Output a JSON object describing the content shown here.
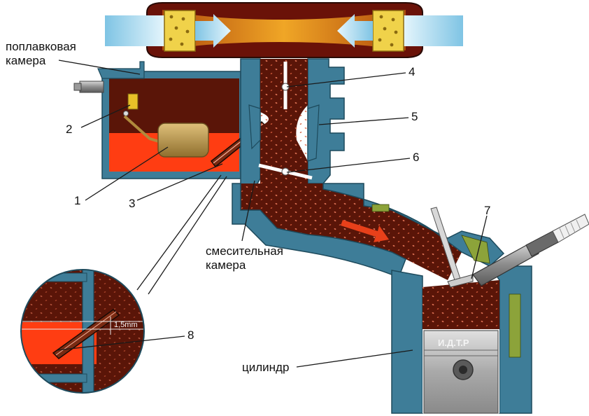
{
  "labels": {
    "float_chamber_line1": "поплавковая",
    "float_chamber_line2": "камера",
    "mixing_chamber_line1": "смесительная",
    "mixing_chamber_line2": "камера",
    "cylinder": "цилиндр",
    "piston_mark": "И.Д.Т.Р",
    "gap_dimension": "1,5mm"
  },
  "callouts": {
    "n1": "1",
    "n2": "2",
    "n3": "3",
    "n4": "4",
    "n5": "5",
    "n6": "6",
    "n7": "7",
    "n8": "8"
  },
  "colors": {
    "wall": "#3e7d98",
    "wall_outline": "#1d4a5c",
    "mixture": "#5a1508",
    "fuel": "#ff3d12",
    "air": "#bfe6f7",
    "filter": "#f0d24a",
    "float": "#c4a156",
    "flow_arrow": "#e8401a",
    "insert": "#8ca33a"
  },
  "icons": [
    "float-chamber-icon",
    "spark-plug-icon",
    "piston-icon",
    "valve-icon",
    "air-filter-icon"
  ]
}
